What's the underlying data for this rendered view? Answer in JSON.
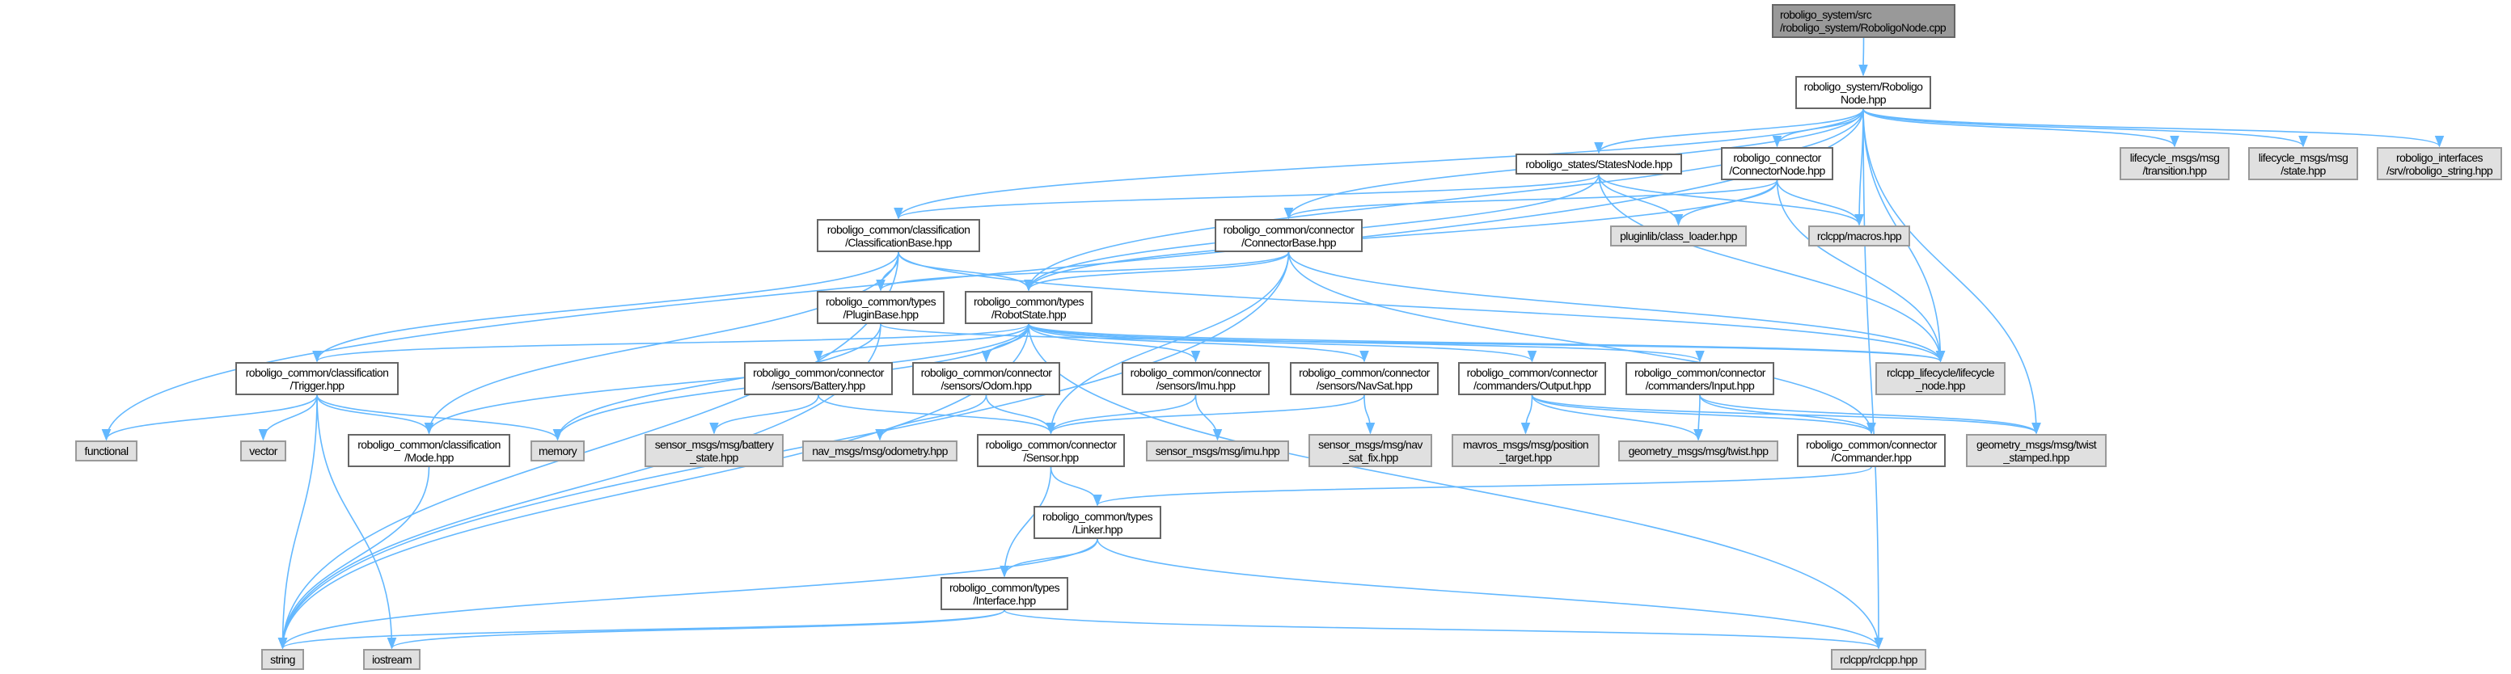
{
  "colors": {
    "edge": "#63b8ff",
    "root_fill": "#999999",
    "local_fill": "#ffffff",
    "external_fill": "#e0e0e0",
    "border": "#666666"
  },
  "nodes": {
    "cpp": {
      "lines": [
        "roboligo_system/src",
        "/roboligo_system/RoboligoNode.cpp"
      ],
      "kind": "root"
    },
    "hpp": {
      "lines": [
        "roboligo_system/Roboligo",
        "Node.hpp"
      ],
      "kind": "local"
    },
    "states": {
      "lines": [
        "roboligo_states/StatesNode.hpp"
      ],
      "kind": "local"
    },
    "connnode": {
      "lines": [
        "roboligo_connector",
        "/ConnectorNode.hpp"
      ],
      "kind": "local"
    },
    "transition": {
      "lines": [
        "lifecycle_msgs/msg",
        "/transition.hpp"
      ],
      "kind": "ext"
    },
    "state": {
      "lines": [
        "lifecycle_msgs/msg",
        "/state.hpp"
      ],
      "kind": "ext"
    },
    "interfaces": {
      "lines": [
        "roboligo_interfaces",
        "/srv/roboligo_string.hpp"
      ],
      "kind": "ext"
    },
    "classbase": {
      "lines": [
        "roboligo_common/classification",
        "/ClassificationBase.hpp"
      ],
      "kind": "local"
    },
    "connbase": {
      "lines": [
        "roboligo_common/connector",
        "/ConnectorBase.hpp"
      ],
      "kind": "local"
    },
    "pluginlib": {
      "lines": [
        "pluginlib/class_loader.hpp"
      ],
      "kind": "ext"
    },
    "macros": {
      "lines": [
        "rclcpp/macros.hpp"
      ],
      "kind": "ext"
    },
    "pluginbase": {
      "lines": [
        "roboligo_common/types",
        "/PluginBase.hpp"
      ],
      "kind": "local"
    },
    "robotstate": {
      "lines": [
        "roboligo_common/types",
        "/RobotState.hpp"
      ],
      "kind": "local"
    },
    "lcnode": {
      "lines": [
        "rclcpp_lifecycle/lifecycle",
        "_node.hpp"
      ],
      "kind": "ext"
    },
    "trigger": {
      "lines": [
        "roboligo_common/classification",
        "/Trigger.hpp"
      ],
      "kind": "local"
    },
    "battery": {
      "lines": [
        "roboligo_common/connector",
        "/sensors/Battery.hpp"
      ],
      "kind": "local"
    },
    "odom": {
      "lines": [
        "roboligo_common/connector",
        "/sensors/Odom.hpp"
      ],
      "kind": "local"
    },
    "imu": {
      "lines": [
        "roboligo_common/connector",
        "/sensors/Imu.hpp"
      ],
      "kind": "local"
    },
    "navsat": {
      "lines": [
        "roboligo_common/connector",
        "/sensors/NavSat.hpp"
      ],
      "kind": "local"
    },
    "output": {
      "lines": [
        "roboligo_common/connector",
        "/commanders/Output.hpp"
      ],
      "kind": "local"
    },
    "input": {
      "lines": [
        "roboligo_common/connector",
        "/commanders/Input.hpp"
      ],
      "kind": "local"
    },
    "functional": {
      "lines": [
        "functional"
      ],
      "kind": "ext"
    },
    "vector": {
      "lines": [
        "vector"
      ],
      "kind": "ext"
    },
    "mode": {
      "lines": [
        "roboligo_common/classification",
        "/Mode.hpp"
      ],
      "kind": "local"
    },
    "memory": {
      "lines": [
        "memory"
      ],
      "kind": "ext"
    },
    "battmsg": {
      "lines": [
        "sensor_msgs/msg/battery",
        "_state.hpp"
      ],
      "kind": "ext"
    },
    "odommsg": {
      "lines": [
        "nav_msgs/msg/odometry.hpp"
      ],
      "kind": "ext"
    },
    "sensor": {
      "lines": [
        "roboligo_common/connector",
        "/Sensor.hpp"
      ],
      "kind": "local"
    },
    "imumsg": {
      "lines": [
        "sensor_msgs/msg/imu.hpp"
      ],
      "kind": "ext"
    },
    "navmsg": {
      "lines": [
        "sensor_msgs/msg/nav",
        "_sat_fix.hpp"
      ],
      "kind": "ext"
    },
    "mavros": {
      "lines": [
        "mavros_msgs/msg/position",
        "_target.hpp"
      ],
      "kind": "ext"
    },
    "twist": {
      "lines": [
        "geometry_msgs/msg/twist.hpp"
      ],
      "kind": "ext"
    },
    "commander": {
      "lines": [
        "roboligo_common/connector",
        "/Commander.hpp"
      ],
      "kind": "local"
    },
    "twiststamped": {
      "lines": [
        "geometry_msgs/msg/twist",
        "_stamped.hpp"
      ],
      "kind": "ext"
    },
    "linker": {
      "lines": [
        "roboligo_common/types",
        "/Linker.hpp"
      ],
      "kind": "local"
    },
    "interface": {
      "lines": [
        "roboligo_common/types",
        "/Interface.hpp"
      ],
      "kind": "local"
    },
    "string": {
      "lines": [
        "string"
      ],
      "kind": "ext"
    },
    "iostream": {
      "lines": [
        "iostream"
      ],
      "kind": "ext"
    },
    "rclcpp": {
      "lines": [
        "rclcpp/rclcpp.hpp"
      ],
      "kind": "ext"
    }
  },
  "edges": [
    [
      "cpp",
      "hpp"
    ],
    [
      "hpp",
      "functional"
    ],
    [
      "hpp",
      "classbase"
    ],
    [
      "hpp",
      "robotstate"
    ],
    [
      "hpp",
      "connbase"
    ],
    [
      "hpp",
      "states"
    ],
    [
      "hpp",
      "connnode"
    ],
    [
      "hpp",
      "macros"
    ],
    [
      "hpp",
      "lcnode"
    ],
    [
      "hpp",
      "twiststamped"
    ],
    [
      "hpp",
      "rclcpp"
    ],
    [
      "hpp",
      "transition"
    ],
    [
      "hpp",
      "state"
    ],
    [
      "hpp",
      "interfaces"
    ],
    [
      "states",
      "classbase"
    ],
    [
      "states",
      "robotstate"
    ],
    [
      "states",
      "pluginlib"
    ],
    [
      "states",
      "macros"
    ],
    [
      "states",
      "lcnode"
    ],
    [
      "connnode",
      "connbase"
    ],
    [
      "connnode",
      "pluginlib"
    ],
    [
      "connnode",
      "macros"
    ],
    [
      "connnode",
      "robotstate"
    ],
    [
      "connnode",
      "lcnode"
    ],
    [
      "classbase",
      "string"
    ],
    [
      "classbase",
      "trigger"
    ],
    [
      "classbase",
      "mode"
    ],
    [
      "classbase",
      "pluginbase"
    ],
    [
      "classbase",
      "robotstate"
    ],
    [
      "classbase",
      "lcnode"
    ],
    [
      "connbase",
      "string"
    ],
    [
      "connbase",
      "pluginbase"
    ],
    [
      "connbase",
      "robotstate"
    ],
    [
      "connbase",
      "sensor"
    ],
    [
      "connbase",
      "commander"
    ],
    [
      "connbase",
      "lcnode"
    ],
    [
      "pluginbase",
      "string"
    ],
    [
      "pluginbase",
      "memory"
    ],
    [
      "pluginbase",
      "lcnode"
    ],
    [
      "robotstate",
      "trigger"
    ],
    [
      "robotstate",
      "mode"
    ],
    [
      "robotstate",
      "memory"
    ],
    [
      "robotstate",
      "string"
    ],
    [
      "robotstate",
      "battery"
    ],
    [
      "robotstate",
      "odom"
    ],
    [
      "robotstate",
      "imu"
    ],
    [
      "robotstate",
      "navsat"
    ],
    [
      "robotstate",
      "output"
    ],
    [
      "robotstate",
      "input"
    ],
    [
      "robotstate",
      "lcnode"
    ],
    [
      "robotstate",
      "rclcpp"
    ],
    [
      "trigger",
      "functional"
    ],
    [
      "trigger",
      "vector"
    ],
    [
      "trigger",
      "mode"
    ],
    [
      "trigger",
      "memory"
    ],
    [
      "trigger",
      "string"
    ],
    [
      "trigger",
      "iostream"
    ],
    [
      "mode",
      "string"
    ],
    [
      "battery",
      "battmsg"
    ],
    [
      "battery",
      "sensor"
    ],
    [
      "odom",
      "odommsg"
    ],
    [
      "odom",
      "sensor"
    ],
    [
      "imu",
      "sensor"
    ],
    [
      "imu",
      "imumsg"
    ],
    [
      "navsat",
      "sensor"
    ],
    [
      "navsat",
      "navmsg"
    ],
    [
      "output",
      "mavros"
    ],
    [
      "output",
      "twist"
    ],
    [
      "output",
      "commander"
    ],
    [
      "output",
      "twiststamped"
    ],
    [
      "input",
      "twist"
    ],
    [
      "input",
      "commander"
    ],
    [
      "input",
      "twiststamped"
    ],
    [
      "sensor",
      "linker"
    ],
    [
      "sensor",
      "interface"
    ],
    [
      "commander",
      "linker"
    ],
    [
      "linker",
      "interface"
    ],
    [
      "linker",
      "string"
    ],
    [
      "linker",
      "rclcpp"
    ],
    [
      "interface",
      "string"
    ],
    [
      "interface",
      "iostream"
    ],
    [
      "interface",
      "rclcpp"
    ]
  ]
}
